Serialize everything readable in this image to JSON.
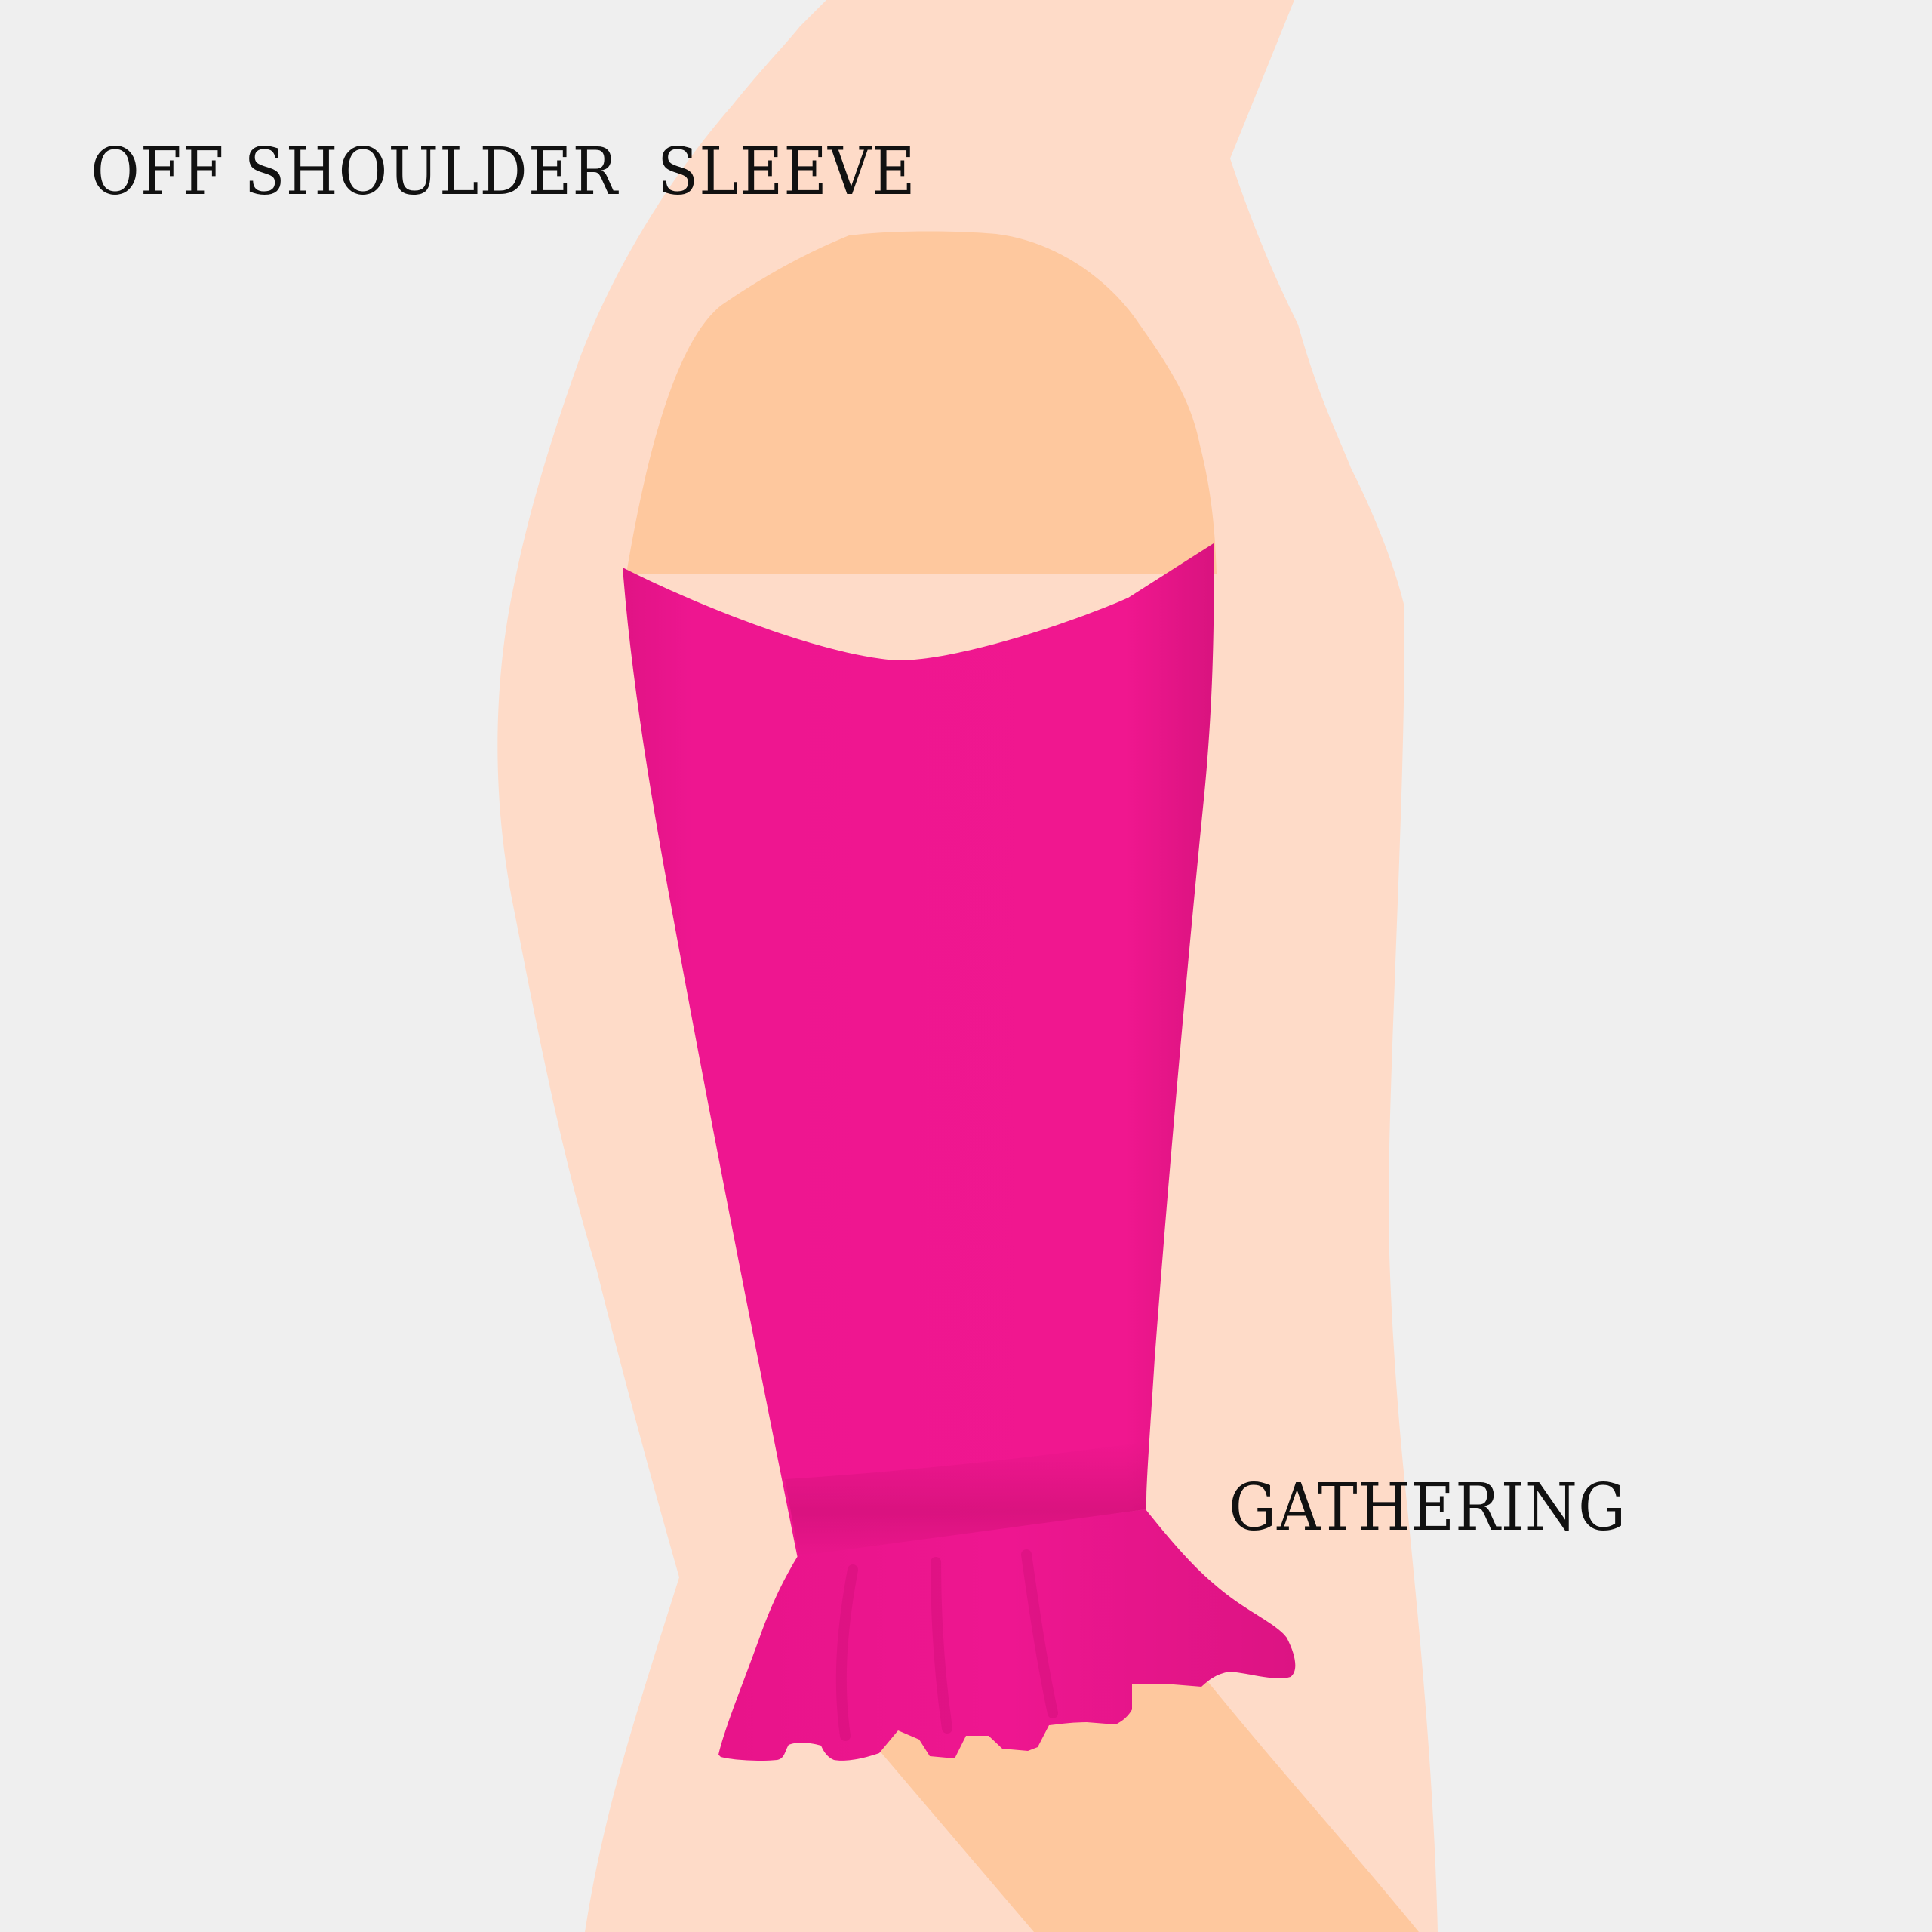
{
  "labels": {
    "title": "OFF SHOULDER  SLEEVE",
    "gathering": "GATHERING"
  },
  "colors": {
    "background": "#efefef",
    "skin_light": "#fedbc8",
    "skin_shade": "#fec89e",
    "sleeve": "#ee1690",
    "sleeve_shadow": "#c80f72",
    "text": "#111111"
  },
  "icons": {
    "figure": "arm-with-off-shoulder-sleeve-illustration"
  }
}
